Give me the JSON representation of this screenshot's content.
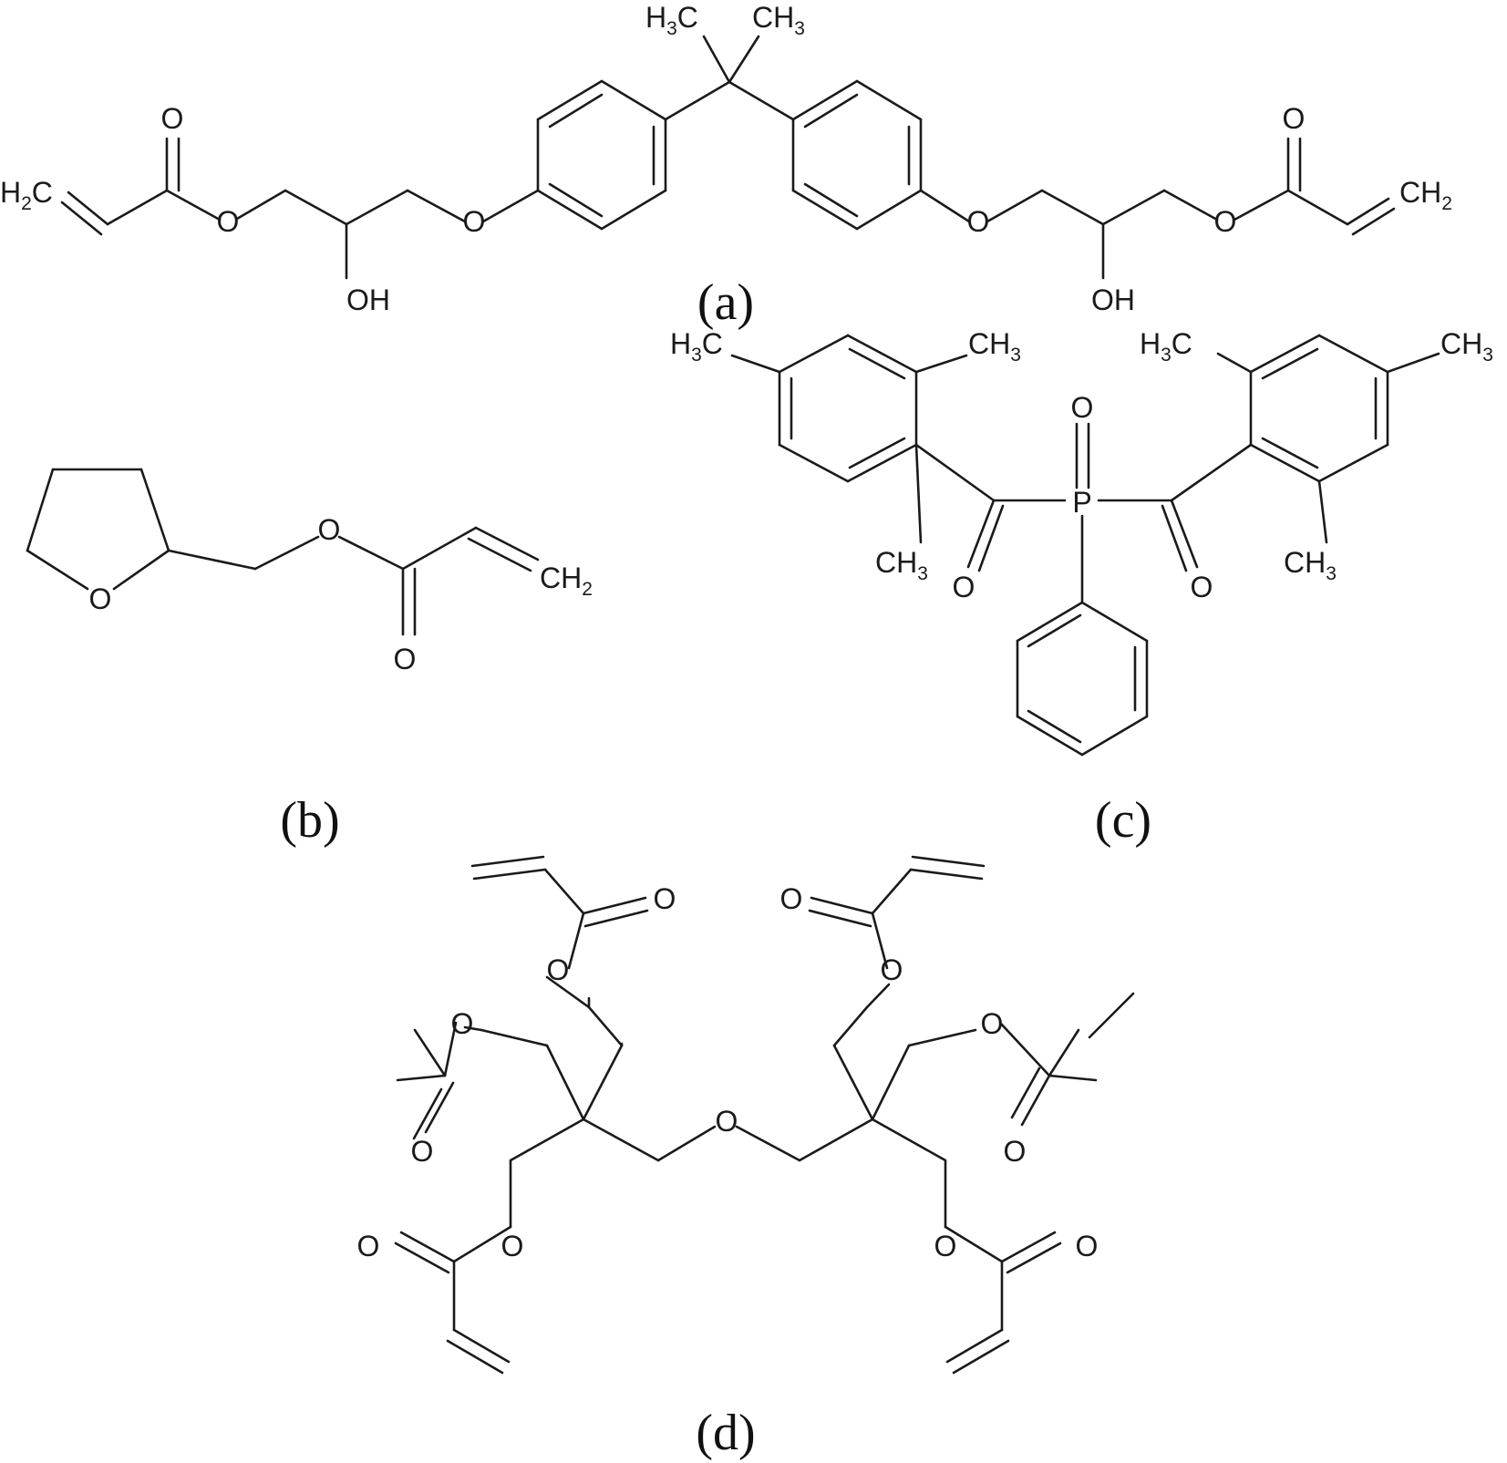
{
  "labels": {
    "O": "O",
    "P": "P",
    "OH": "OH",
    "H": "H",
    "C": "C",
    "CH": "CH",
    "n2": "2",
    "n3": "3"
  },
  "panels": {
    "a": "(a)",
    "b": "(b)",
    "c": "(c)",
    "d": "(d)"
  },
  "colors": {
    "ink": "#1a1a1a",
    "background": "#ffffff"
  }
}
